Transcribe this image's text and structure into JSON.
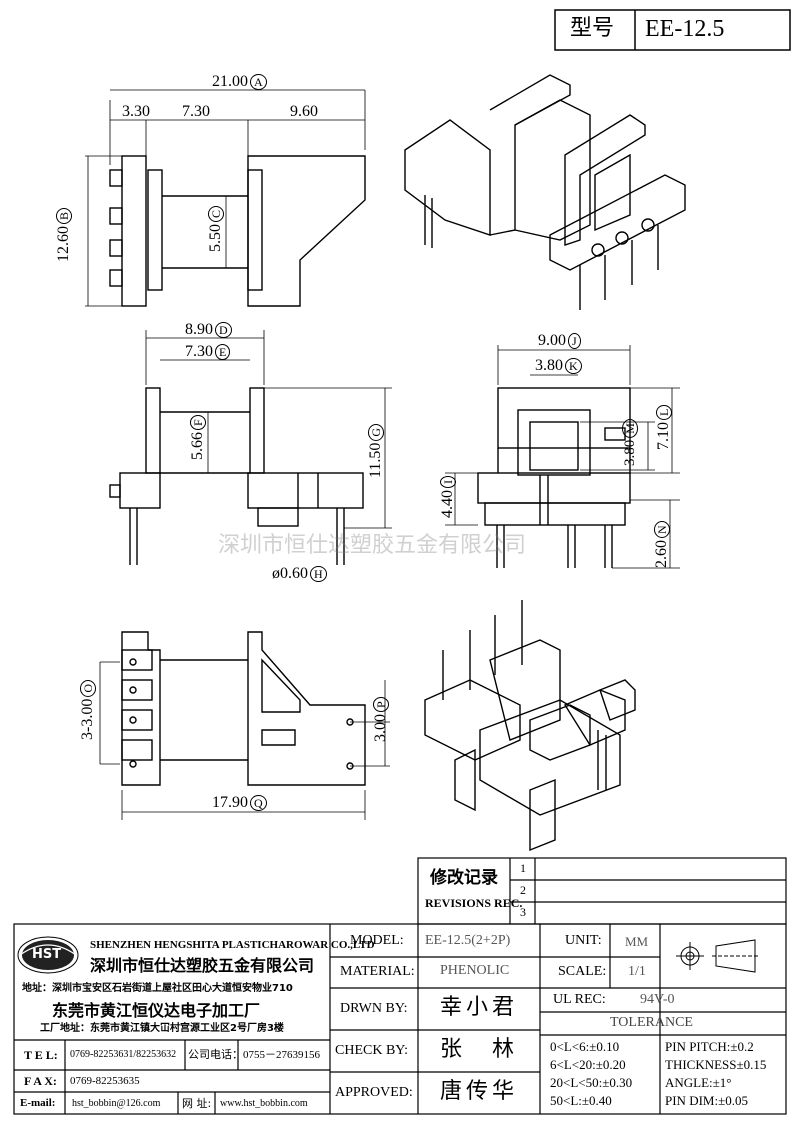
{
  "title_block": {
    "model_label": "型号",
    "model_value": "EE-12.5"
  },
  "dimensions": {
    "top": {
      "total": "21.00",
      "total_ref": "A",
      "d1": "3.30",
      "d2": "7.30",
      "d3": "9.60",
      "height": "12.60",
      "height_ref": "B",
      "inner": "5.50",
      "inner_ref": "C"
    },
    "front": {
      "width": "8.90",
      "width_ref": "D",
      "inner": "7.30",
      "inner_ref": "E",
      "core": "5.66",
      "core_ref": "F",
      "height": "11.50",
      "height_ref": "G",
      "pin": "ø0.60",
      "pin_ref": "H"
    },
    "side": {
      "width": "9.00",
      "width_ref": "J",
      "window": "3.80",
      "window_ref": "K",
      "top": "7.10",
      "top_ref": "L",
      "win_h": "3.80",
      "win_h_ref": "M",
      "base": "4.40",
      "base_ref": "I",
      "pin_len": "2.60",
      "pin_len_ref": "N"
    },
    "bottom": {
      "pitch": "3-3.00",
      "pitch_ref": "O",
      "spacing": "3.00",
      "spacing_ref": "P",
      "total": "17.90",
      "total_ref": "Q"
    }
  },
  "watermark": "深圳市恒仕达塑胶五金有限公司",
  "revisions": {
    "label_cn": "修改记录",
    "label_en": "REVISIONS REC.",
    "marks": [
      "1",
      "2",
      "3"
    ]
  },
  "company": {
    "logo_text": "HST",
    "name_en": "SHENZHEN HENGSHITA PLASTICHAROWAR CO.,LTD",
    "name_cn": "深圳市恒仕达塑胶五金有限公司",
    "address": "地址：深圳市宝安区石岩街道上屋社区田心大道恒安物业710",
    "factory_name": "东莞市黄江恒仪达电子加工厂",
    "factory_address": "工厂地址：东莞市黄江镇大冚村宫源工业区2号厂房3楼",
    "tel_label": "T E L:",
    "tel_value": "0769-82253631/82253632",
    "company_tel_label": "公司电话：",
    "company_tel_value": "0755－27639156",
    "fax_label": "F A X:",
    "fax_value": "0769-82253635",
    "email_label": "E-mail:",
    "email_value": "hst_bobbin@126.com",
    "web_label": "网 址:",
    "web_value": "www.hst_bobbin.com"
  },
  "spec": {
    "model_label": "MODEL:",
    "model_value": "EE-12.5(2+2P)",
    "unit_label": "UNIT:",
    "unit_value": "MM",
    "material_label": "MATERIAL:",
    "material_value": "PHENOLIC",
    "scale_label": "SCALE:",
    "scale_value": "1/1",
    "drawn_label": "DRWN BY:",
    "drawn_value": "幸小君",
    "ul_label": "UL REC:",
    "ul_value": "94V-0",
    "tolerance_label": "TOLERANCE",
    "check_label": "CHECK BY:",
    "check_value": "张　林",
    "approved_label": "APPROVED:",
    "approved_value": "唐传华",
    "tol_left": [
      "0<L<6:±0.10",
      "6<L<20:±0.20",
      "20<L<50:±0.30",
      "50<L:±0.40"
    ],
    "tol_right": [
      "PIN PITCH:±0.2",
      "THICKNESS±0.15",
      "ANGLE:±1°",
      "PIN DIM:±0.05"
    ]
  }
}
